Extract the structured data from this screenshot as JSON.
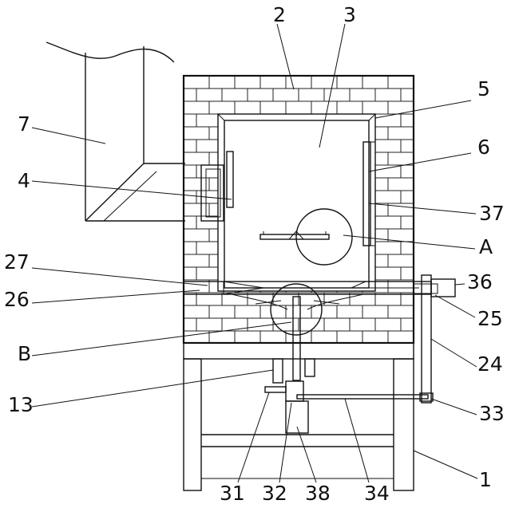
{
  "labels": [
    "2",
    "3",
    "5",
    "6",
    "7",
    "4",
    "37",
    "A",
    "27",
    "26",
    "36",
    "25",
    "B",
    "24",
    "13",
    "33",
    "1",
    "31",
    "32",
    "38",
    "34"
  ],
  "colors": {
    "line": "#111111",
    "background": "#ffffff"
  }
}
